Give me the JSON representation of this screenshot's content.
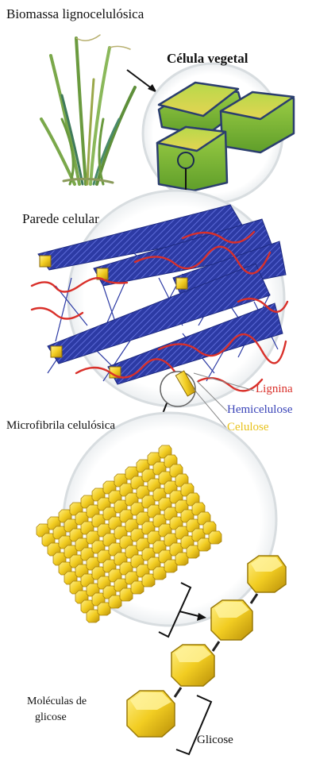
{
  "labels": {
    "biomass": "Biomassa lignocelulósica",
    "plant_cell": "Célula vegetal",
    "cell_wall": "Parede celular",
    "lignin": "Lignina",
    "hemicellulose": "Hemicelulose",
    "cellulose": "Celulose",
    "microfibril": "Microfibrila celulósica",
    "glucose_molecules_line1": "Moléculas de",
    "glucose_molecules_line2": "glicose",
    "glucose": "Glicose"
  },
  "colors": {
    "lignin": "#d9302a",
    "hemicellulose": "#3a44b8",
    "cellulose": "#e8c21a",
    "cell_green": "#8fc63a",
    "plant_green": "#5e8f3a"
  }
}
